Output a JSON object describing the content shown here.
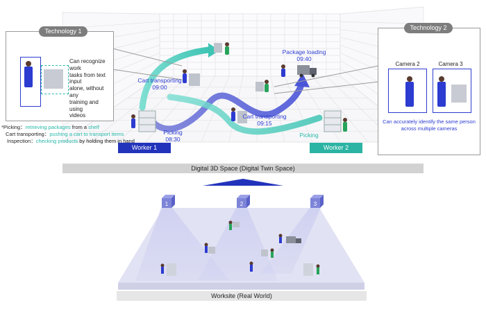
{
  "tech1": {
    "tab": "Technology 1",
    "desc_lines": [
      "Can recognize work",
      "tasks from text input",
      "alone, without any",
      "training and using",
      "videos"
    ]
  },
  "tech2": {
    "tab": "Technology 2",
    "camera_a": "Camera 2",
    "camera_b": "Camera 3",
    "desc_lines": [
      "Can accurately identify the same person",
      "across multiple cameras"
    ]
  },
  "events": {
    "cart_transport_1": {
      "label": "Cart transporting",
      "time": "09:00"
    },
    "package_loading": {
      "label": "Package loading",
      "time": "09:40"
    },
    "cart_transport_2": {
      "label": "Cart transporting",
      "time": "09:15"
    },
    "picking_1": {
      "label": "Picking",
      "time": "08:30"
    },
    "picking_2": {
      "label": "Picking"
    }
  },
  "workers": {
    "w1": "Worker 1",
    "w2": "Worker 2"
  },
  "legend": [
    {
      "term": "*Picking：",
      "parts": [
        "retrieving packages",
        " from a ",
        "shelf"
      ]
    },
    {
      "term": "Cart transporting：",
      "parts": [
        "pushing a cart to transport items"
      ]
    },
    {
      "term": "Inspection：",
      "parts": [
        "checking products",
        " by holding them in hand"
      ]
    }
  ],
  "digital_space_label": "Digital 3D Space (Digital Twin Space)",
  "worksite_label": "Worksite (Real World)",
  "cameras": [
    "1",
    "2",
    "3"
  ],
  "colors": {
    "accent_blue": "#2c3bd0",
    "teal": "#27b8a8",
    "worker1_bar": "#2233bb",
    "worker2_bar": "#2bb3a3",
    "grey_bar": "#d2d2d2"
  }
}
